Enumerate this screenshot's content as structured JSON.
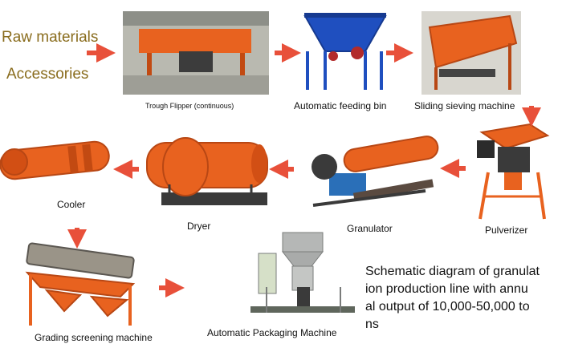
{
  "side_labels": {
    "raw_materials": "Raw materials",
    "accessories": "Accessories"
  },
  "machines": {
    "trough_flipper": "Trough Flipper (continuous)",
    "feeding_bin": "Automatic feeding bin",
    "sieving": "Sliding sieving machine",
    "pulverizer": "Pulverizer",
    "granulator": "Granulator",
    "dryer": "Dryer",
    "cooler": "Cooler",
    "grading": "Grading screening machine",
    "packaging": "Automatic Packaging Machine"
  },
  "description": "Schematic diagram of granulat\nion production line with annu\nal output of 10,000-50,000 to\nns",
  "colors": {
    "arrow": "#e8503a",
    "machine": "#e8621f",
    "side_label": "#8a6d1e"
  }
}
